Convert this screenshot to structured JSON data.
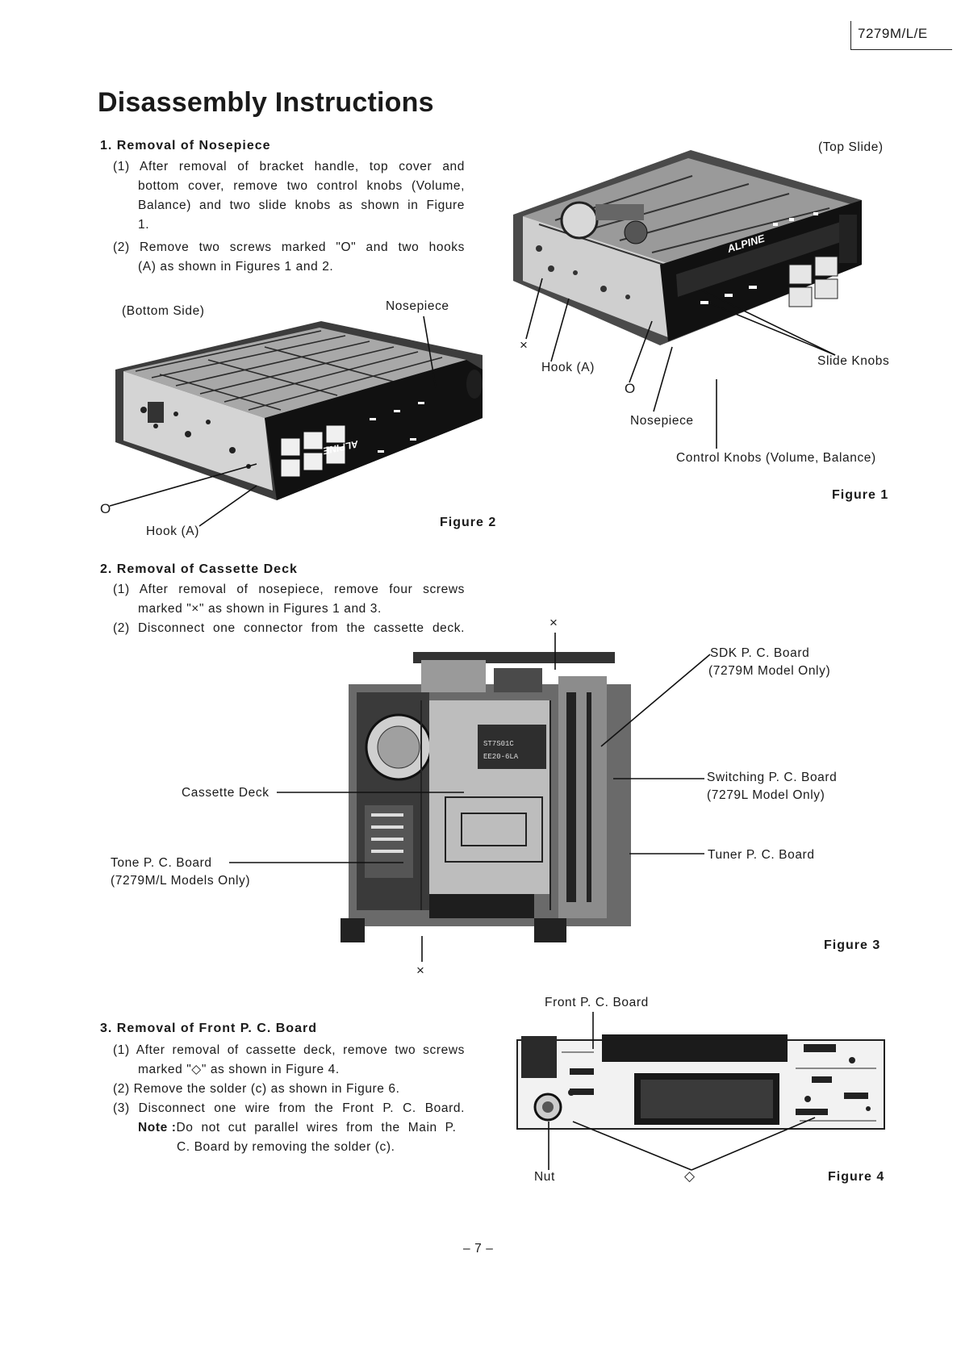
{
  "header": {
    "model": "7279M/L/E"
  },
  "page_title": "Disassembly Instructions",
  "sections": [
    {
      "heading": "1.  Removal  of  Nosepiece",
      "steps": [
        [
          "(1) After  removal  of  bracket  handle,  top  cover  and",
          "bottom  cover,  remove  two  control  knobs  (Volume,",
          "Balance)  and  two  slide  knobs  as  shown  in  Figure",
          "1."
        ],
        [
          "(2) Remove  two  screws  marked  \"O\"  and  two  hooks",
          "(A)   as  shown  in  Figures  1  and  2."
        ]
      ]
    },
    {
      "heading": "2.  Removal  of  Cassette  Deck",
      "steps": [
        [
          "(1) After  removal  of  nosepiece,  remove  four  screws",
          "marked   \"×\"   as  shown  in  Figures  1  and  3."
        ],
        [
          "(2) Disconnect  one  connector  from  the  cassette  deck."
        ]
      ]
    },
    {
      "heading": "3.  Removal  of  Front  P. C.  Board",
      "steps": [
        [
          "(1) After  removal  of  cassette  deck,  remove  two  screws",
          "marked   \"◇\"   as  shown  in  Figure  4."
        ],
        [
          "(2) Remove  the  solder  (c)   as  shown  in  Figure  6."
        ],
        [
          "(3) Disconnect  one  wire  from  the  Front  P. C.  Board."
        ]
      ],
      "note_label": "Note :",
      "note": [
        "Do  not  cut  parallel  wires  from  the  Main  P.",
        "C.  Board  by  removing  the  solder  (c)."
      ]
    }
  ],
  "figure1": {
    "caption": "Figure  1",
    "top_side": "(Top  Slide)",
    "slide_knobs": "Slide  Knobs",
    "hook": "Hook  (A)",
    "nosepiece": "Nosepiece",
    "control_knobs": "Control  Knobs  (Volume,  Balance)",
    "mark_x": "×",
    "mark_o": "O",
    "brand": "ALPINE"
  },
  "figure2": {
    "caption": "Figure  2",
    "bottom_side": "(Bottom  Side)",
    "nosepiece": "Nosepiece",
    "hook": "Hook  (A)",
    "mark_o": "O",
    "brand": "ALPINE"
  },
  "figure3": {
    "caption": "Figure  3",
    "cassette_deck": "Cassette  Deck",
    "tone_board": "Tone  P.  C.  Board",
    "tone_board_note": "(7279M/L  Models  Only)",
    "sdk_board": "SDK  P.  C.  Board",
    "sdk_board_note": "(7279M  Model  Only)",
    "switching_board": "Switching  P.  C.  Board",
    "switching_board_note": "(7279L  Model  Only)",
    "tuner_board": "Tuner  P.  C.  Board",
    "mark_x": "×",
    "chip_text_1": "ST7S01C",
    "chip_text_2": "EE20-6LA"
  },
  "figure4": {
    "caption": "Figure  4",
    "front_board": "Front  P.  C.  Board",
    "nut": "Nut",
    "mark_diamond": "◇"
  },
  "page_number": "– 7 –"
}
